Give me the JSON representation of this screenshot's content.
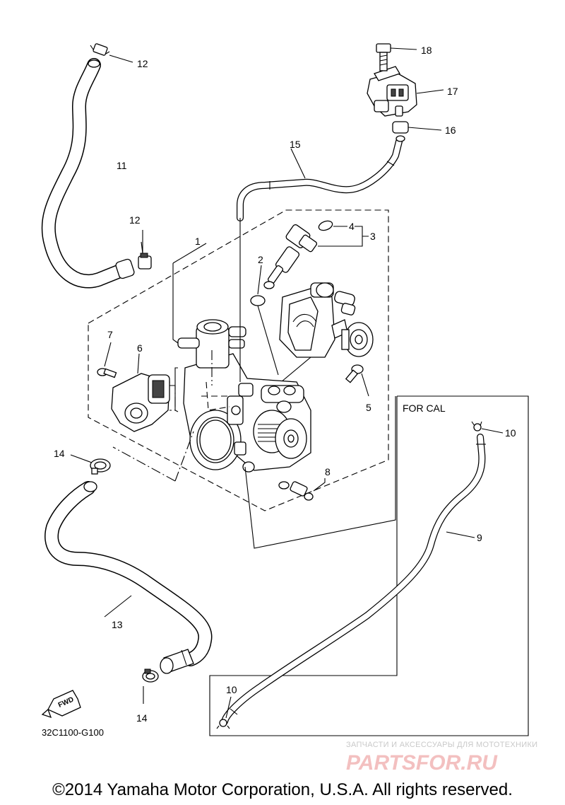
{
  "callouts": {
    "p1": "1",
    "p2": "2",
    "p3": "3",
    "p4": "4",
    "p5": "5",
    "p6": "6",
    "p7": "7",
    "p8": "8",
    "p9": "9",
    "p10a": "10",
    "p10b": "10",
    "p11": "11",
    "p12a": "12",
    "p12b": "12",
    "p13": "13",
    "p14a": "14",
    "p14b": "14",
    "p15": "15",
    "p16": "16",
    "p17": "17",
    "p18": "18"
  },
  "for_cal_label": "FOR CAL",
  "fwd_label": "FWD",
  "diagram_code": "32C1100-G100",
  "watermark": {
    "tagline": "ЗАПЧАСТИ И АКСЕССУАРЫ ДЛЯ МОТОТЕХНИКИ",
    "brand": "PARTSFOR.RU"
  },
  "copyright": "©2014 Yamaha Motor Corporation, U.S.A. All rights reserved."
}
